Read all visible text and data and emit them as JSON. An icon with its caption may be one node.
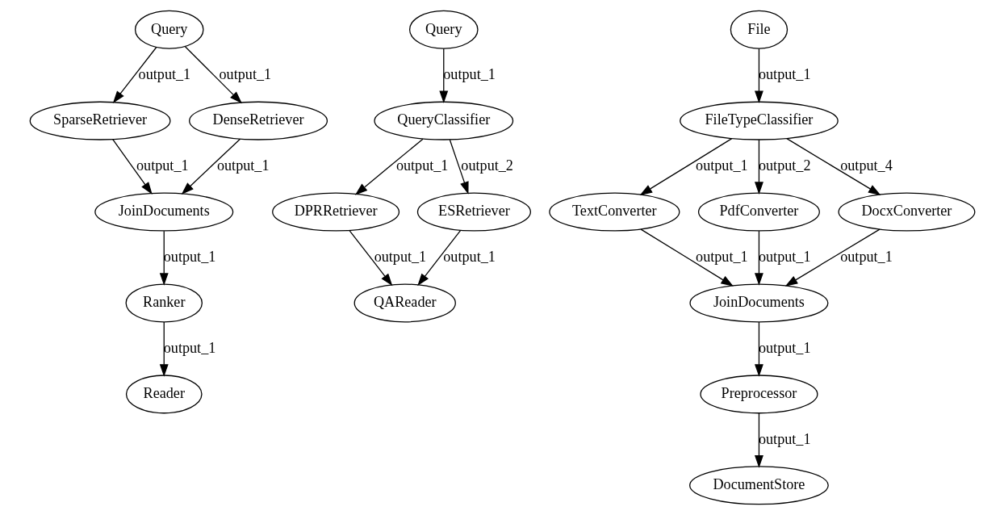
{
  "diagram": {
    "nodes": [
      {
        "text": [
          "Query"
        ]
      },
      {
        "text": [
          "SparseRetriever"
        ]
      },
      {
        "text": [
          "DenseRetriever"
        ]
      },
      {
        "text": [
          "JoinDocuments"
        ]
      },
      {
        "text": [
          "Ranker"
        ]
      },
      {
        "text": [
          "Reader"
        ]
      },
      {
        "text": [
          "Query"
        ]
      },
      {
        "text": [
          "QueryClassifier"
        ]
      },
      {
        "text": [
          "DPRRetriever"
        ]
      },
      {
        "text": [
          "ESRetriever"
        ]
      },
      {
        "text": [
          "QAReader"
        ]
      },
      {
        "text": [
          "File"
        ]
      },
      {
        "text": [
          "FileTypeClassifier"
        ]
      },
      {
        "text": [
          "TextConverter"
        ]
      },
      {
        "text": [
          "PdfConverter"
        ]
      },
      {
        "text": [
          "DocxConverter"
        ]
      },
      {
        "text": [
          "JoinDocuments"
        ]
      },
      {
        "text": [
          "Preprocessor"
        ]
      },
      {
        "text": [
          "DocumentStore"
        ]
      }
    ],
    "edges": [
      {
        "from": 0,
        "to": 1,
        "arrow": "to",
        "label": "output_1"
      },
      {
        "from": 0,
        "to": 2,
        "arrow": "to",
        "label": "output_1"
      },
      {
        "from": 1,
        "to": 3,
        "arrow": "to",
        "label": "output_1"
      },
      {
        "from": 2,
        "to": 3,
        "arrow": "to",
        "label": "output_1"
      },
      {
        "from": 3,
        "to": 4,
        "arrow": "to",
        "label": "output_1"
      },
      {
        "from": 4,
        "to": 5,
        "arrow": "to",
        "label": "output_1"
      },
      {
        "from": 6,
        "to": 7,
        "arrow": "to",
        "label": "output_1"
      },
      {
        "from": 7,
        "to": 8,
        "arrow": "to",
        "label": "output_1"
      },
      {
        "from": 7,
        "to": 9,
        "arrow": "to",
        "label": "output_2"
      },
      {
        "from": 8,
        "to": 10,
        "arrow": "to",
        "label": "output_1"
      },
      {
        "from": 9,
        "to": 10,
        "arrow": "to",
        "label": "output_1"
      },
      {
        "from": 11,
        "to": 12,
        "arrow": "to",
        "label": "output_1"
      },
      {
        "from": 12,
        "to": 13,
        "arrow": "to",
        "label": "output_1"
      },
      {
        "from": 12,
        "to": 14,
        "arrow": "to",
        "label": "output_2"
      },
      {
        "from": 12,
        "to": 15,
        "arrow": "to",
        "label": "output_4"
      },
      {
        "from": 13,
        "to": 16,
        "arrow": "to",
        "label": "output_1"
      },
      {
        "from": 14,
        "to": 16,
        "arrow": "to",
        "label": "output_1"
      },
      {
        "from": 15,
        "to": 16,
        "arrow": "to",
        "label": "output_1"
      },
      {
        "from": 16,
        "to": 17,
        "arrow": "to",
        "label": "output_1"
      },
      {
        "from": 17,
        "to": 18,
        "arrow": "to",
        "label": "output_1"
      }
    ]
  }
}
